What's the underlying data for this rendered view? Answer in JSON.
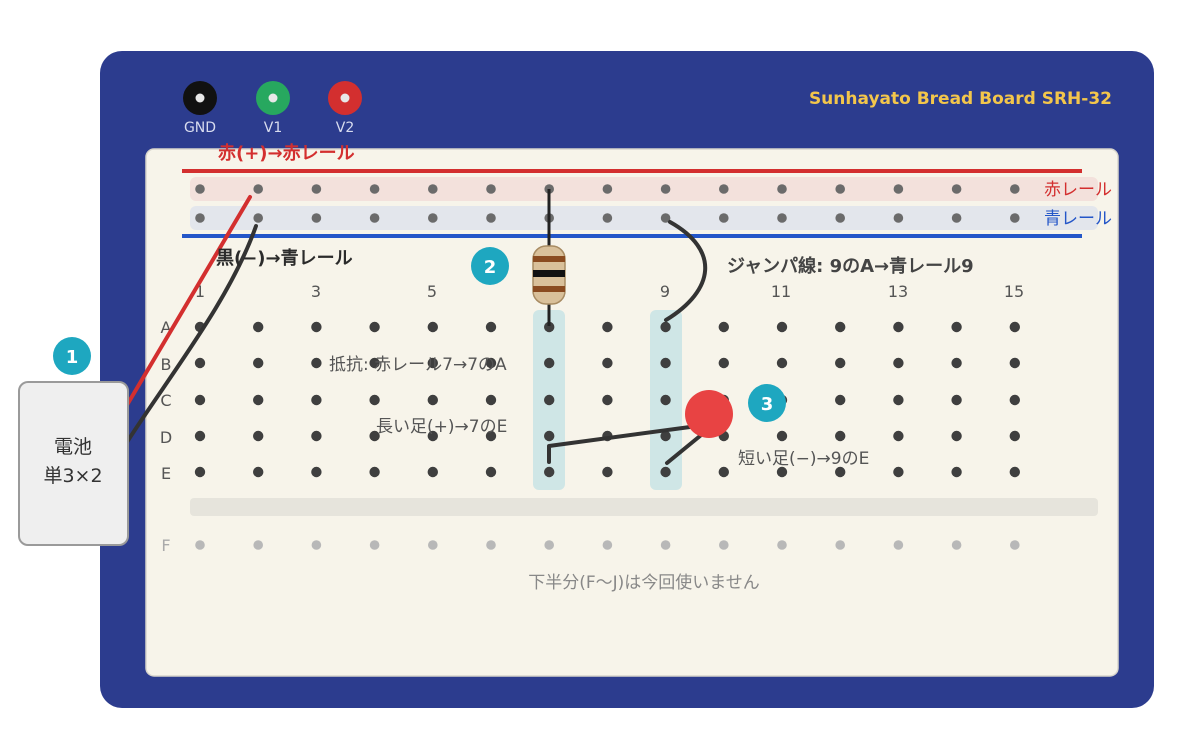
{
  "board": {
    "brand_label": "Sunhayato Bread Board SRH-32",
    "colors": {
      "frame": "#2c3c8e",
      "surface": "#f7f4ea",
      "brand": "#f3c64b"
    }
  },
  "terminals": [
    {
      "label": "GND",
      "color": "#111111"
    },
    {
      "label": "V1",
      "color": "#27a85f"
    },
    {
      "label": "V2",
      "color": "#d32f2f"
    }
  ],
  "rails": {
    "red_label": "赤レール",
    "blue_label": "青レール",
    "red_color": "#d32f2f",
    "blue_color": "#2456c8"
  },
  "columns": [
    "1",
    "3",
    "5",
    "9",
    "11",
    "13",
    "15"
  ],
  "rows_upper": [
    "A",
    "B",
    "C",
    "D",
    "E"
  ],
  "row_lower": "F",
  "lower_note": "下半分(F〜J)は今回使いません",
  "battery": {
    "line1": "電池",
    "line2": "単3×2"
  },
  "step_badges": [
    "1",
    "2",
    "3"
  ],
  "annotations": {
    "red_wire": "赤(+)→赤レール",
    "black_wire": "黒(−)→青レール",
    "jumper": "ジャンパ線: 9のA→青レール9",
    "resistor": "抵抗: 赤レール7→7のA",
    "led_long": "長い足(+)→7のE",
    "led_short": "短い足(−)→9のE"
  },
  "component_colors": {
    "led": "#e84343",
    "badge": "#1ea7c0",
    "wire_red": "#d32f2f",
    "wire_black": "#333333"
  }
}
